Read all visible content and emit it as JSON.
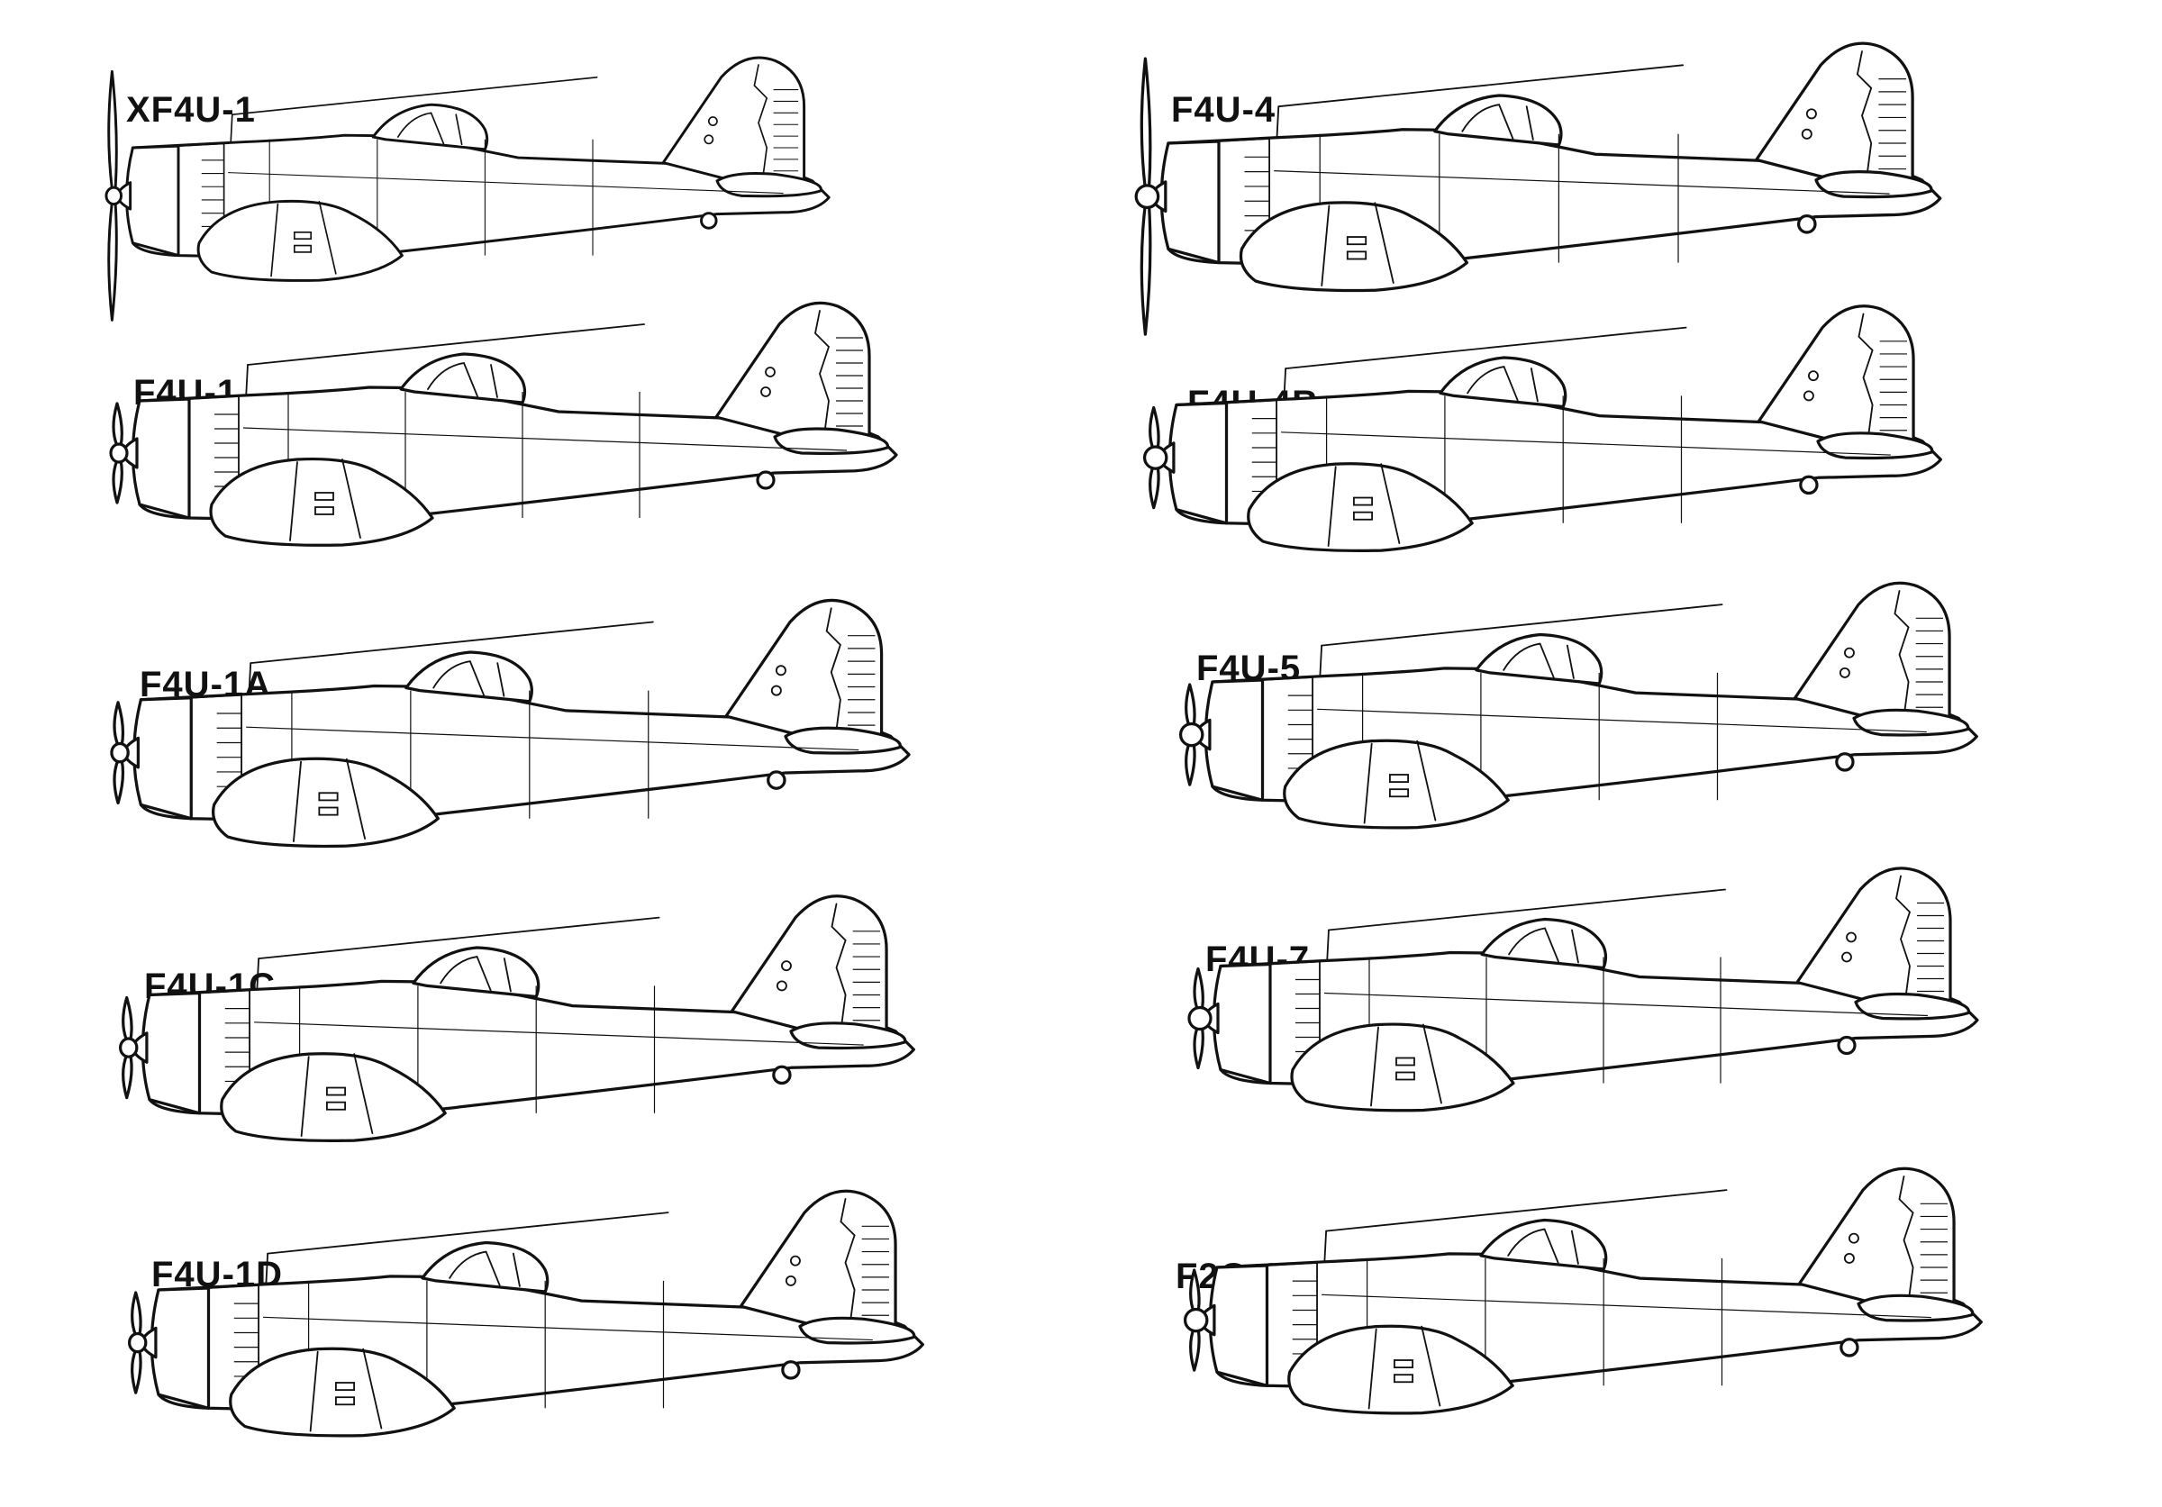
{
  "sheet": {
    "background": "#ffffff",
    "ink": "#111111"
  },
  "aircraft": [
    {
      "label": "XF4U-1",
      "propeller": "large-three-blade"
    },
    {
      "label": "F4U-1",
      "propeller": "three-blade"
    },
    {
      "label": "F4U-1A",
      "propeller": "three-blade"
    },
    {
      "label": "F4U-1C",
      "propeller": "three-blade"
    },
    {
      "label": "F4U-1D",
      "propeller": "three-blade"
    },
    {
      "label": "F4U-4",
      "propeller": "large-four-blade"
    },
    {
      "label": "F4U-4B",
      "propeller": "four-blade"
    },
    {
      "label": "F4U-5",
      "propeller": "four-blade"
    },
    {
      "label": "F4U-7",
      "propeller": "four-blade"
    },
    {
      "label": "F2G-2",
      "propeller": "four-blade"
    }
  ]
}
